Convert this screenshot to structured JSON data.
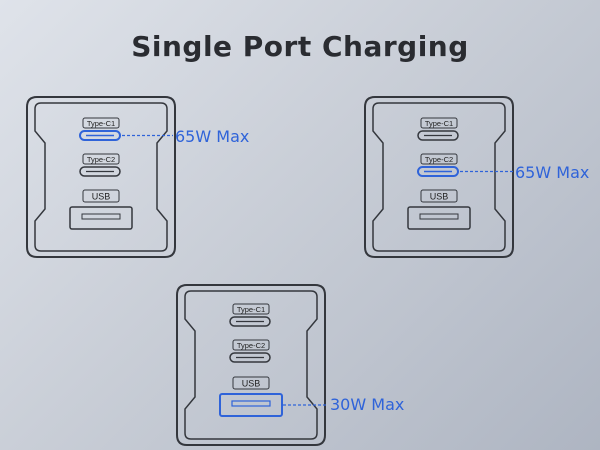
{
  "title": "Single Port Charging",
  "chargers": [
    {
      "ports": {
        "c1": "Type-C1",
        "c2": "Type-C2",
        "usb": "USB"
      },
      "active": "c1",
      "callout": "65W Max"
    },
    {
      "ports": {
        "c1": "Type-C1",
        "c2": "Type-C2",
        "usb": "USB"
      },
      "active": "c2",
      "callout": "65W Max"
    },
    {
      "ports": {
        "c1": "Type-C1",
        "c2": "Type-C2",
        "usb": "USB"
      },
      "active": "usb",
      "callout": "30W Max"
    }
  ],
  "colors": {
    "outline": "#34373d",
    "highlight": "#2f63d9",
    "callout_text": "#2f63d9",
    "title": "#2a2c31"
  }
}
